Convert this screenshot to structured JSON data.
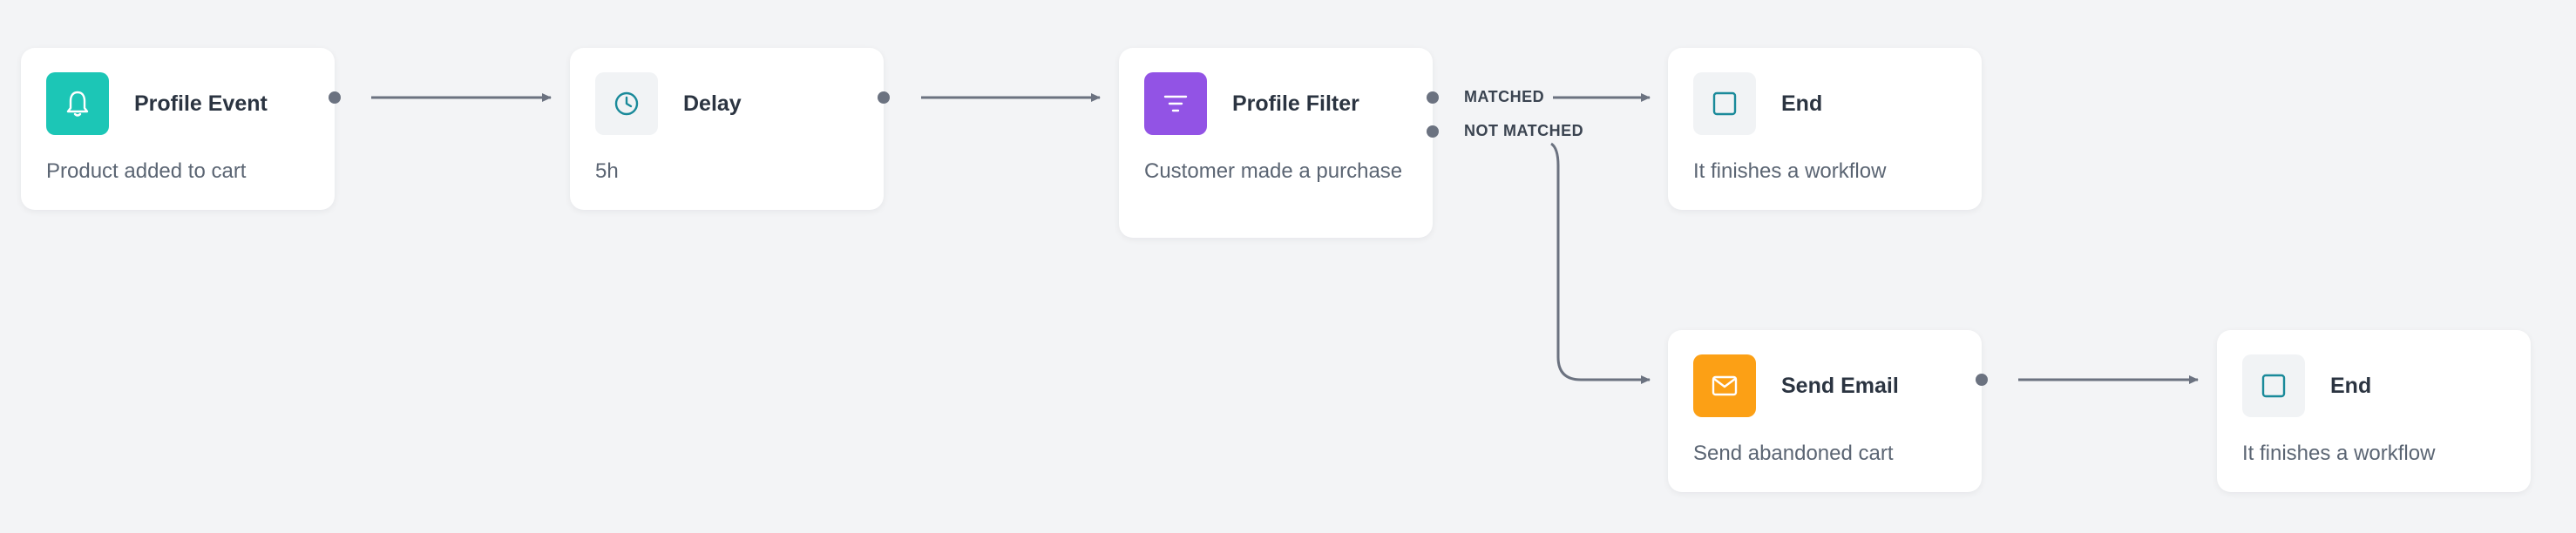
{
  "nodes": {
    "profile_event": {
      "title": "Profile Event",
      "description": "Product added to cart",
      "icon": "bell-icon",
      "color": "#1cc6b6"
    },
    "delay": {
      "title": "Delay",
      "description": "5h",
      "icon": "clock-icon",
      "color": "#f1f3f5"
    },
    "profile_filter": {
      "title": "Profile Filter",
      "description": "Customer made a purchase",
      "icon": "filter-icon",
      "color": "#9253e5"
    },
    "end_top": {
      "title": "End",
      "description": "It finishes a workflow",
      "icon": "square-stop-icon",
      "color": "#f1f3f5"
    },
    "send_email": {
      "title": "Send Email",
      "description": "Send abandoned cart",
      "icon": "envelope-icon",
      "color": "#fca015"
    },
    "end_bottom": {
      "title": "End",
      "description": "It finishes a workflow",
      "icon": "square-stop-icon",
      "color": "#f1f3f5"
    }
  },
  "branches": {
    "matched": "MATCHED",
    "not_matched": "NOT MATCHED"
  },
  "colors": {
    "background": "#f3f4f6",
    "connector": "#6b7280",
    "icon_teal": "#1a8a9a"
  }
}
